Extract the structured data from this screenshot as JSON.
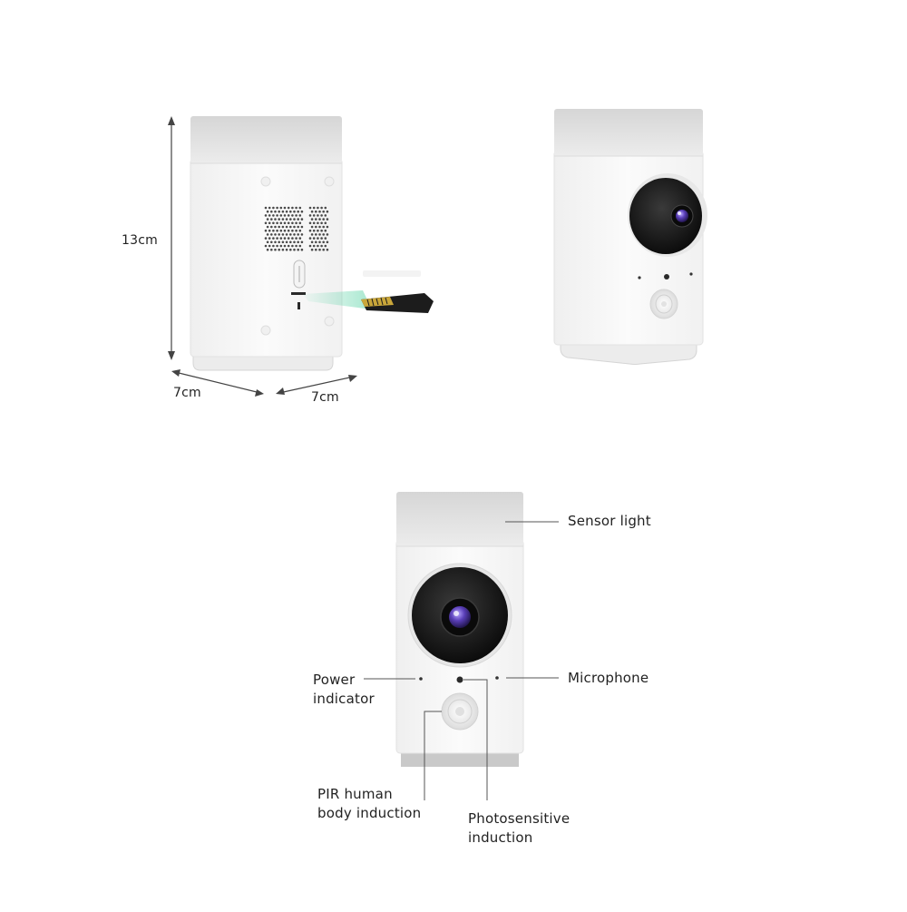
{
  "dimensions": {
    "height": "13cm",
    "width_left": "7cm",
    "width_right": "7cm"
  },
  "callouts": {
    "sensor_light": "Sensor light",
    "microphone": "Microphone",
    "power_indicator": [
      "Power",
      "indicator"
    ],
    "pir": [
      "PIR human",
      "body induction"
    ],
    "photosensitive": [
      "Photosensitive",
      "induction"
    ]
  },
  "colors": {
    "body_white": "#f7f7f7",
    "cap_gray": "#e4e4e4",
    "base_gray": "#c9c9c9",
    "lens_black": "#141414",
    "lens_purple": "#5a3fb8",
    "sd_card": "#1c1c1c",
    "sd_gold": "#c9a63a",
    "slot_glow": "#5fd4a8",
    "line": "#555555",
    "text": "#222222"
  },
  "icons": {
    "speaker_grille": "dot-grid",
    "sd_card": "micro-sd-card-icon",
    "lens": "fisheye-lens-icon",
    "pir_sensor": "pir-sensor-icon"
  }
}
